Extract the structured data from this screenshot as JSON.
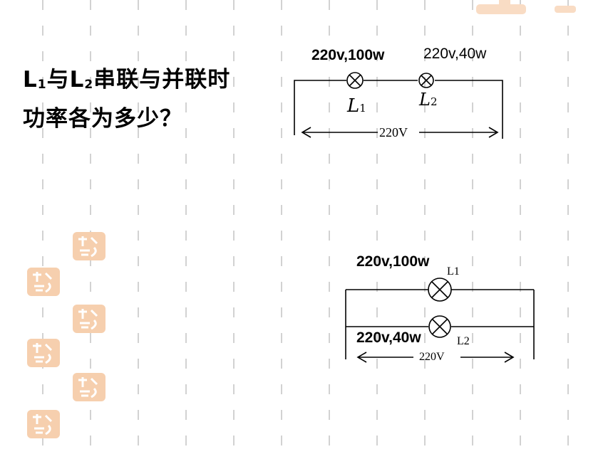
{
  "question": {
    "L": "L",
    "sub1": "1",
    "mid": "与",
    "sub2": "2",
    "rest1": "串联与并联时",
    "line2": "功率各为多少？"
  },
  "series_circuit": {
    "lamp1_rating": "220v,100w",
    "lamp2_rating": "220v,40w",
    "lamp1_label_L": "L",
    "lamp1_label_sub": "1",
    "lamp2_label_L": "L",
    "lamp2_label_sub": "2",
    "voltage": "220V"
  },
  "parallel_circuit": {
    "lamp1_rating": "220v,100w",
    "lamp1_label": "L1",
    "lamp2_rating": "220v,40w",
    "lamp2_label": "L2",
    "voltage": "220V"
  },
  "colors": {
    "pattern_lines": "#d2d2d2",
    "stamp": "#f4c8a0",
    "stamp_light": "#fbe3cf"
  }
}
